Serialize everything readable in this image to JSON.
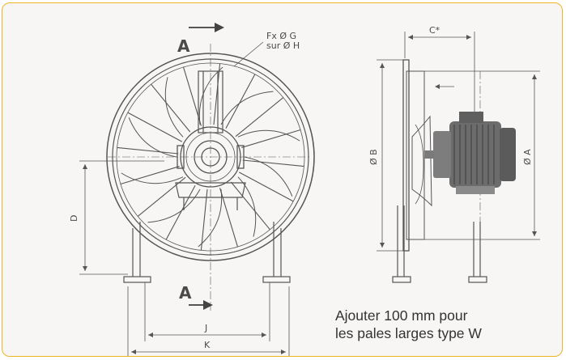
{
  "colors": {
    "frame": "#f0b323",
    "background": "#f7f6f4",
    "line": "#555555",
    "motor": "#6c6c6c"
  },
  "front_view": {
    "section_label_top": "A",
    "section_label_bottom": "A",
    "hole_note_line1": "Fx Ø G",
    "hole_note_line2": "sur Ø H",
    "dim_D": "D",
    "dim_J": "J",
    "dim_K": "K"
  },
  "side_view": {
    "dim_C": "C*",
    "dim_B": "Ø B",
    "dim_A": "Ø A"
  },
  "note": {
    "line1": "Ajouter 100 mm pour",
    "line2": "les pales larges type W"
  }
}
